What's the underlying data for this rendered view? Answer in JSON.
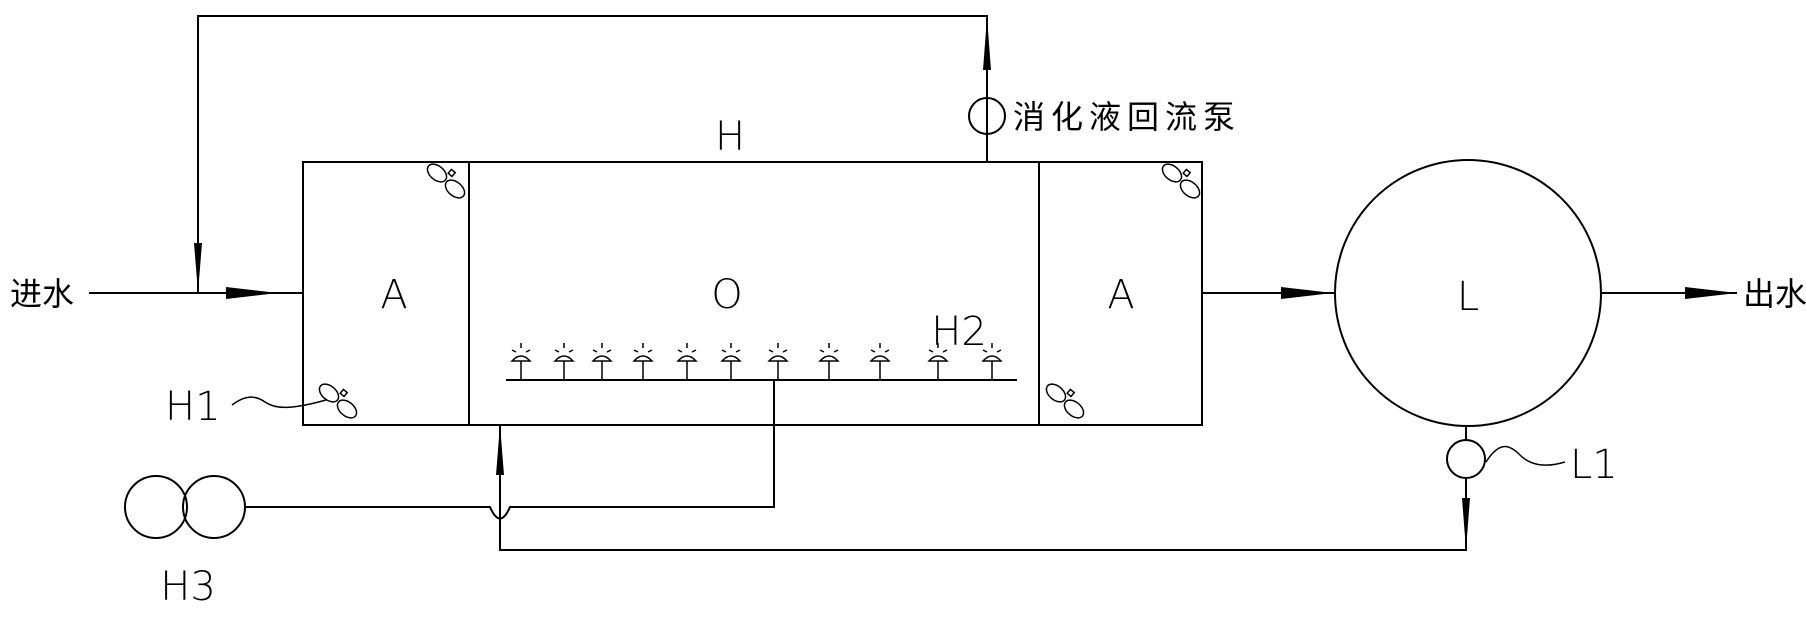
{
  "labels": {
    "inlet": "进水",
    "outlet": "出水",
    "tank": "H",
    "anoxic_left": "A",
    "aerobic": "O",
    "anoxic_right": "A",
    "aeration_device": "H2",
    "mixer": "H1",
    "blower": "H3",
    "clarifier": "L",
    "sludge_pump": "L1",
    "recycle_pump": "消化液回流泵"
  },
  "icons": {
    "mixer": "propeller-mixer-icon",
    "diffuser": "aeration-diffuser-icon",
    "pump": "pump-circle-icon",
    "blower": "blower-icon"
  }
}
